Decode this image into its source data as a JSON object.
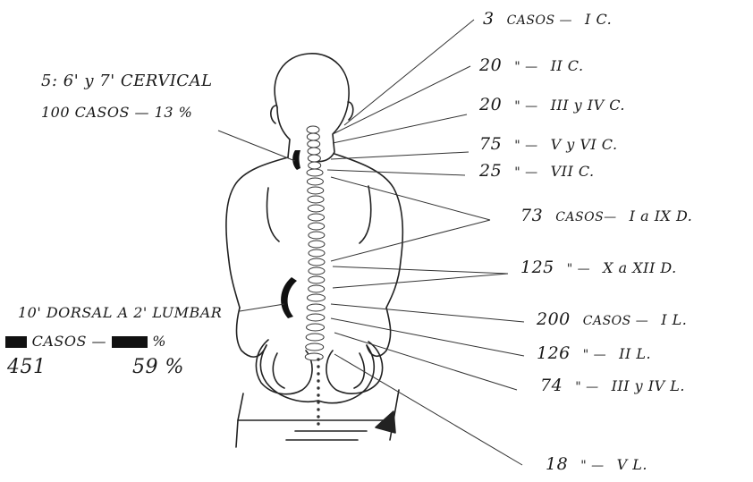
{
  "left_notes": {
    "cervical_title": "5: 6' y 7' CERVICAL",
    "cervical_cases": "100 CASOS — 13 %",
    "dorsal_title": "10' DORSAL A 2' LUMBAR",
    "dorsal_cases_suffix": "CASOS —",
    "dorsal_percent_suffix": "%",
    "handwritten_count": "451",
    "handwritten_percent": "59 %"
  },
  "right_labels": [
    {
      "count": "3",
      "mark": "CASOS —",
      "level": "I C."
    },
    {
      "count": "20",
      "mark": "\"  —",
      "level": "II C."
    },
    {
      "count": "20",
      "mark": "\"  —",
      "level": "III y IV C."
    },
    {
      "count": "75",
      "mark": "\"  —",
      "level": "V y VI C."
    },
    {
      "count": "25",
      "mark": "\"  —",
      "level": "VII C."
    },
    {
      "count": "73",
      "mark": "CASOS—",
      "level": "I a IX D."
    },
    {
      "count": "125",
      "mark": "\"  —",
      "level": "X a XII D."
    },
    {
      "count": "200",
      "mark": "CASOS —",
      "level": "I L."
    },
    {
      "count": "126",
      "mark": "\"  —",
      "level": "II L."
    },
    {
      "count": "74",
      "mark": "\"  —",
      "level": "III y IV L."
    },
    {
      "count": "18",
      "mark": "\"  —",
      "level": "V L."
    }
  ]
}
